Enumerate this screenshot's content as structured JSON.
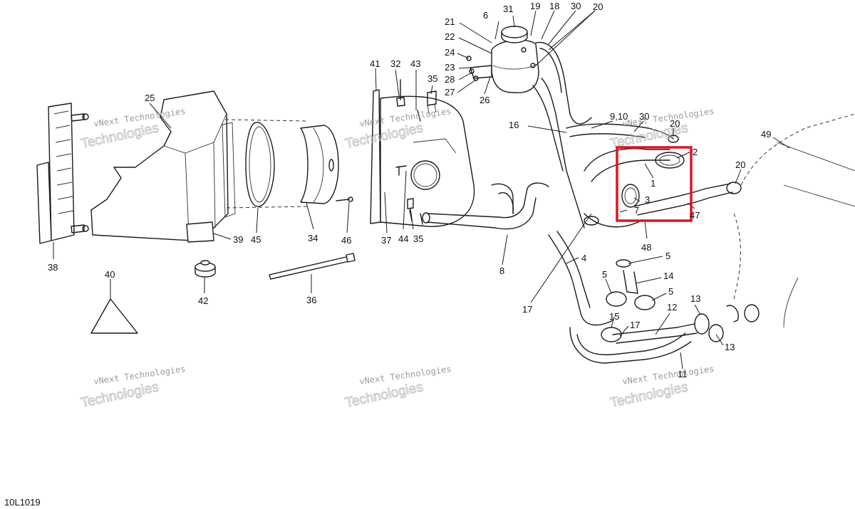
{
  "diagram_code": "10L1019",
  "watermark": {
    "line1": "vNext Technologies",
    "line2": "Technologies"
  },
  "highlight": {
    "color": "#e0141e",
    "target": "1"
  },
  "callouts": {
    "c1": "1",
    "c2": "2",
    "c3": "3",
    "c4": "4",
    "c5a": "5",
    "c5b": "5",
    "c5c": "5",
    "c6": "6",
    "c7": "7",
    "c8": "8",
    "c9": "9,10",
    "c11": "11",
    "c12": "12",
    "c13a": "13",
    "c13b": "13",
    "c14": "14",
    "c15": "15",
    "c16": "16",
    "c17a": "17",
    "c17b": "17",
    "c18": "18",
    "c19": "19",
    "c20a": "20",
    "c20b": "20",
    "c20c": "20",
    "c21": "21",
    "c22": "22",
    "c23": "23",
    "c24": "24",
    "c25": "25",
    "c26": "26",
    "c27": "27",
    "c28": "28",
    "c30a": "30",
    "c30b": "30",
    "c31": "31",
    "c32": "32",
    "c34": "34",
    "c35a": "35",
    "c35b": "35",
    "c36": "36",
    "c37": "37",
    "c38": "38",
    "c39": "39",
    "c40": "40",
    "c41": "41",
    "c42": "42",
    "c43": "43",
    "c44": "44",
    "c45": "45",
    "c46": "46",
    "c47": "47",
    "c48": "48",
    "c49": "49"
  }
}
